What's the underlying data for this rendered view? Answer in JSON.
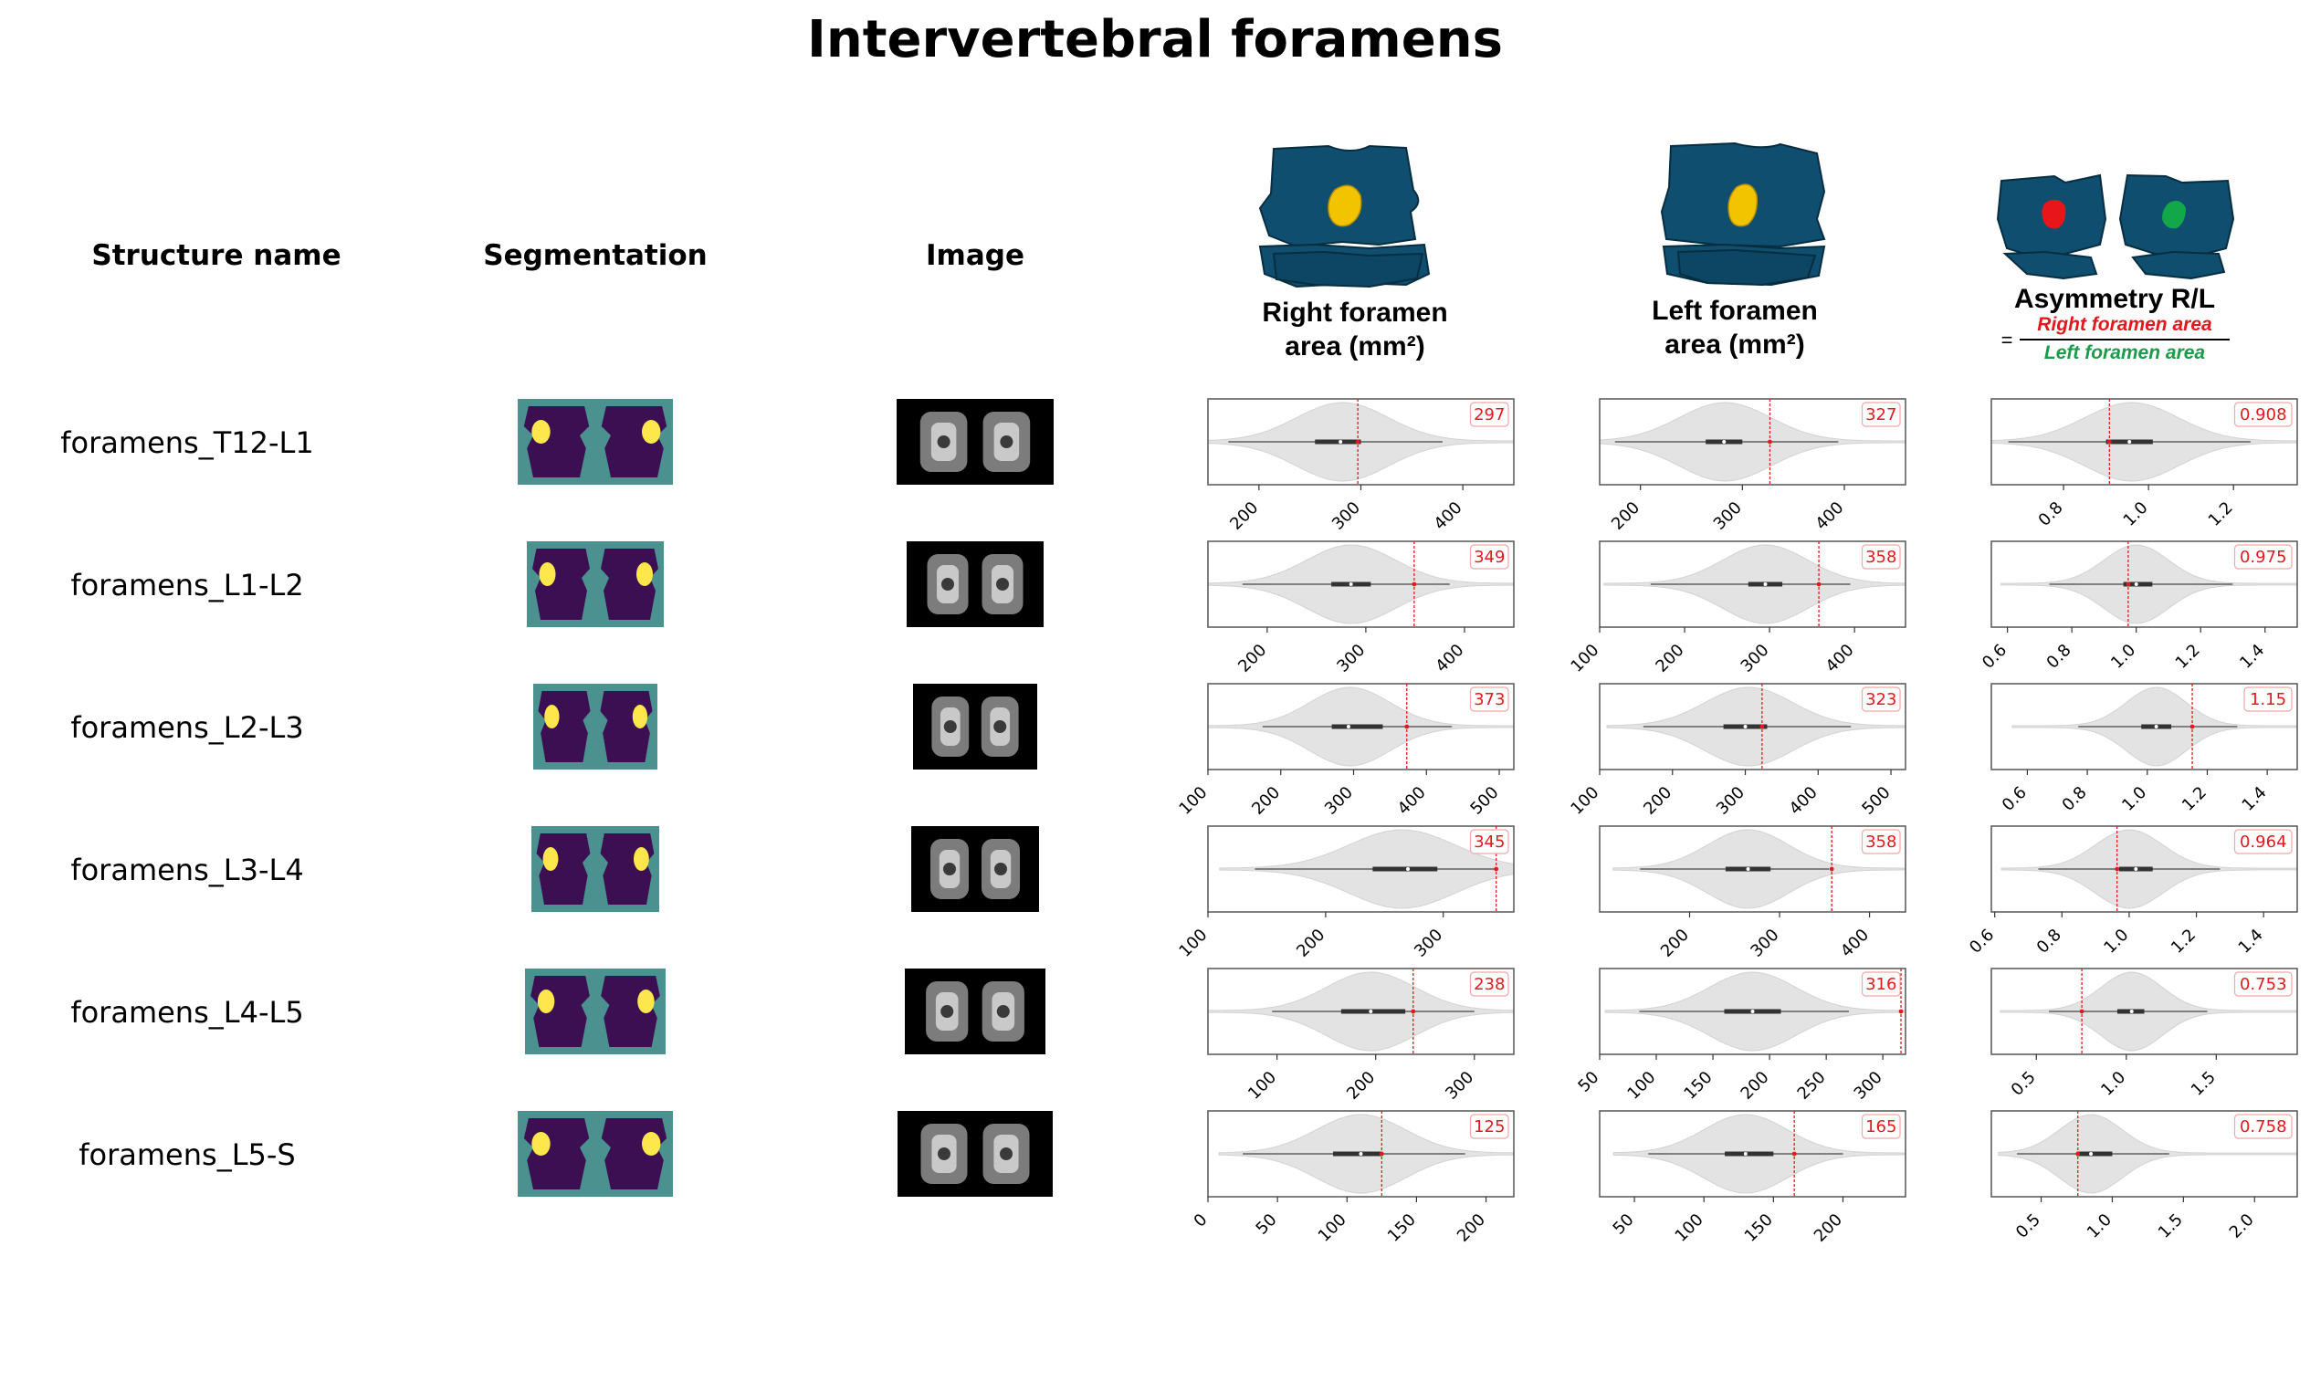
{
  "title": "Intervertebral foramens",
  "headers": {
    "structure": "Structure name",
    "segmentation": "Segmentation",
    "image": "Image",
    "right_line1": "Right foramen",
    "right_line2": "area (mm²)",
    "left_line1": "Left foramen",
    "left_line2": "area (mm²)",
    "asym_line1": "Asymmetry R/L",
    "asym_eq": "=",
    "asym_num": "Right foramen area",
    "asym_den": "Left foramen area"
  },
  "colors": {
    "violin": "#e3e3e3",
    "marker": "#e41a1c",
    "vertebra": "#0f4e6e",
    "highlight_yellow": "#f2c400",
    "highlight_red": "#e8151b",
    "highlight_green": "#12a84a",
    "seg_bg": "#4a9190",
    "seg_dark": "#3b0f52",
    "seg_yellow": "#fde74c",
    "fraction_red": "#e0191f",
    "fraction_green": "#1a9c4a"
  },
  "rows": [
    {
      "name": "foramens_T12-L1"
    },
    {
      "name": "foramens_L1-L2"
    },
    {
      "name": "foramens_L2-L3"
    },
    {
      "name": "foramens_L3-L4"
    },
    {
      "name": "foramens_L4-L5"
    },
    {
      "name": "foramens_L5-S"
    }
  ],
  "chart_data": [
    {
      "type": "violin",
      "row": "foramens_T12-L1",
      "metric": "Right foramen area (mm²)",
      "value": 297,
      "value_label": "297",
      "xlim": [
        150,
        450
      ],
      "ticks": [
        200,
        300,
        400
      ],
      "tick_labels": [
        "200",
        "300",
        "400"
      ],
      "dist": {
        "min": 170,
        "q1": 255,
        "median": 280,
        "q3": 300,
        "max": 380,
        "mode": 282,
        "spread": 45,
        "tail_min": 150,
        "tail_max": 450
      }
    },
    {
      "type": "violin",
      "row": "foramens_T12-L1",
      "metric": "Left foramen area (mm²)",
      "value": 327,
      "value_label": "327",
      "xlim": [
        160,
        460
      ],
      "ticks": [
        200,
        300,
        400
      ],
      "tick_labels": [
        "200",
        "300",
        "400"
      ],
      "dist": {
        "min": 175,
        "q1": 264,
        "median": 282,
        "q3": 300,
        "max": 394,
        "mode": 283,
        "spread": 45,
        "tail_min": 160,
        "tail_max": 460
      }
    },
    {
      "type": "violin",
      "row": "foramens_T12-L1",
      "metric": "Asymmetry R/L",
      "value": 0.908,
      "value_label": "0.908",
      "xlim": [
        0.63,
        1.35
      ],
      "ticks": [
        0.8,
        1.0,
        1.2
      ],
      "tick_labels": [
        "0.8",
        "1.0",
        "1.2"
      ],
      "dist": {
        "min": 0.67,
        "q1": 0.9,
        "median": 0.955,
        "q3": 1.01,
        "max": 1.24,
        "mode": 0.96,
        "spread": 0.11,
        "tail_min": 0.63,
        "tail_max": 1.35
      }
    },
    {
      "type": "violin",
      "row": "foramens_L1-L2",
      "metric": "Right foramen area (mm²)",
      "value": 349,
      "value_label": "349",
      "xlim": [
        140,
        450
      ],
      "ticks": [
        200,
        300,
        400
      ],
      "tick_labels": [
        "200",
        "300",
        "400"
      ],
      "dist": {
        "min": 175,
        "q1": 265,
        "median": 285,
        "q3": 305,
        "max": 385,
        "mode": 285,
        "spread": 45,
        "tail_min": 140,
        "tail_max": 450
      }
    },
    {
      "type": "violin",
      "row": "foramens_L1-L2",
      "metric": "Left foramen area (mm²)",
      "value": 358,
      "value_label": "358",
      "xlim": [
        100,
        460
      ],
      "ticks": [
        100,
        200,
        300,
        400
      ],
      "tick_labels": [
        "100",
        "200",
        "300",
        "400"
      ],
      "dist": {
        "min": 160,
        "q1": 275,
        "median": 295,
        "q3": 315,
        "max": 395,
        "mode": 295,
        "spread": 50,
        "tail_min": 105,
        "tail_max": 460
      }
    },
    {
      "type": "violin",
      "row": "foramens_L1-L2",
      "metric": "Asymmetry R/L",
      "value": 0.975,
      "value_label": "0.975",
      "xlim": [
        0.55,
        1.5
      ],
      "ticks": [
        0.6,
        0.8,
        1.0,
        1.2,
        1.4
      ],
      "tick_labels": [
        "0.6",
        "0.8",
        "1.0",
        "1.2",
        "1.4"
      ],
      "dist": {
        "min": 0.73,
        "q1": 0.96,
        "median": 1.0,
        "q3": 1.05,
        "max": 1.3,
        "mode": 1.0,
        "spread": 0.1,
        "tail_min": 0.58,
        "tail_max": 1.5
      }
    },
    {
      "type": "violin",
      "row": "foramens_L2-L3",
      "metric": "Right foramen area (mm²)",
      "value": 373,
      "value_label": "373",
      "xlim": [
        100,
        520
      ],
      "ticks": [
        100,
        200,
        300,
        400,
        500
      ],
      "tick_labels": [
        "100",
        "200",
        "300",
        "400",
        "500"
      ],
      "dist": {
        "min": 175,
        "q1": 270,
        "median": 293,
        "q3": 340,
        "max": 435,
        "mode": 295,
        "spread": 55,
        "tail_min": 100,
        "tail_max": 520
      }
    },
    {
      "type": "violin",
      "row": "foramens_L2-L3",
      "metric": "Left foramen area (mm²)",
      "value": 323,
      "value_label": "323",
      "xlim": [
        100,
        520
      ],
      "ticks": [
        100,
        200,
        300,
        400,
        500
      ],
      "tick_labels": [
        "100",
        "200",
        "300",
        "400",
        "500"
      ],
      "dist": {
        "min": 160,
        "q1": 270,
        "median": 300,
        "q3": 330,
        "max": 445,
        "mode": 305,
        "spread": 60,
        "tail_min": 110,
        "tail_max": 520
      }
    },
    {
      "type": "violin",
      "row": "foramens_L2-L3",
      "metric": "Asymmetry R/L",
      "value": 1.15,
      "value_label": "1.15",
      "xlim": [
        0.48,
        1.5
      ],
      "ticks": [
        0.6,
        0.8,
        1.0,
        1.2,
        1.4
      ],
      "tick_labels": [
        "0.6",
        "0.8",
        "1.0",
        "1.2",
        "1.4"
      ],
      "dist": {
        "min": 0.77,
        "q1": 0.98,
        "median": 1.03,
        "q3": 1.08,
        "max": 1.3,
        "mode": 1.03,
        "spread": 0.1,
        "tail_min": 0.55,
        "tail_max": 1.5
      }
    },
    {
      "type": "violin",
      "row": "foramens_L3-L4",
      "metric": "Right foramen area (mm²)",
      "value": 345,
      "value_label": "345",
      "xlim": [
        100,
        360
      ],
      "ticks": [
        100,
        200,
        300
      ],
      "tick_labels": [
        "100",
        "200",
        "300"
      ],
      "dist": {
        "min": 140,
        "q1": 240,
        "median": 270,
        "q3": 295,
        "max": 345,
        "mode": 265,
        "spread": 45,
        "tail_min": 110,
        "tail_max": 360
      }
    },
    {
      "type": "violin",
      "row": "foramens_L3-L4",
      "metric": "Left foramen area (mm²)",
      "value": 358,
      "value_label": "358",
      "xlim": [
        100,
        440
      ],
      "ticks": [
        200,
        300,
        400
      ],
      "tick_labels": [
        "200",
        "300",
        "400"
      ],
      "dist": {
        "min": 145,
        "q1": 240,
        "median": 265,
        "q3": 290,
        "max": 355,
        "mode": 265,
        "spread": 45,
        "tail_min": 115,
        "tail_max": 440
      }
    },
    {
      "type": "violin",
      "row": "foramens_L3-L4",
      "metric": "Asymmetry R/L",
      "value": 0.964,
      "value_label": "0.964",
      "xlim": [
        0.59,
        1.5
      ],
      "ticks": [
        0.6,
        0.8,
        1.0,
        1.2,
        1.4
      ],
      "tick_labels": [
        "0.6",
        "0.8",
        "1.0",
        "1.2",
        "1.4"
      ],
      "dist": {
        "min": 0.73,
        "q1": 0.97,
        "median": 1.02,
        "q3": 1.07,
        "max": 1.27,
        "mode": 1.0,
        "spread": 0.1,
        "tail_min": 0.62,
        "tail_max": 1.5
      }
    },
    {
      "type": "violin",
      "row": "foramens_L4-L5",
      "metric": "Right foramen area (mm²)",
      "value": 238,
      "value_label": "238",
      "xlim": [
        30,
        340
      ],
      "ticks": [
        100,
        200,
        300
      ],
      "tick_labels": [
        "100",
        "200",
        "300"
      ],
      "dist": {
        "min": 95,
        "q1": 165,
        "median": 195,
        "q3": 230,
        "max": 300,
        "mode": 195,
        "spread": 45,
        "tail_min": 30,
        "tail_max": 340
      }
    },
    {
      "type": "violin",
      "row": "foramens_L4-L5",
      "metric": "Left foramen area (mm²)",
      "value": 316,
      "value_label": "316",
      "xlim": [
        50,
        320
      ],
      "ticks": [
        50,
        100,
        150,
        200,
        250,
        300
      ],
      "tick_labels": [
        "50",
        "100",
        "150",
        "200",
        "250",
        "300"
      ],
      "dist": {
        "min": 85,
        "q1": 160,
        "median": 185,
        "q3": 210,
        "max": 270,
        "mode": 185,
        "spread": 38,
        "tail_min": 55,
        "tail_max": 320
      }
    },
    {
      "type": "violin",
      "row": "foramens_L4-L5",
      "metric": "Asymmetry R/L",
      "value": 0.753,
      "value_label": "0.753",
      "xlim": [
        0.25,
        1.95
      ],
      "ticks": [
        0.5,
        1.0,
        1.5
      ],
      "tick_labels": [
        "0.5",
        "1.0",
        "1.5"
      ],
      "dist": {
        "min": 0.57,
        "q1": 0.95,
        "median": 1.03,
        "q3": 1.1,
        "max": 1.45,
        "mode": 1.03,
        "spread": 0.17,
        "tail_min": 0.3,
        "tail_max": 1.95
      }
    },
    {
      "type": "violin",
      "row": "foramens_L5-S",
      "metric": "Right foramen area (mm²)",
      "value": 125,
      "value_label": "125",
      "xlim": [
        0,
        220
      ],
      "ticks": [
        0,
        50,
        100,
        150,
        200
      ],
      "tick_labels": [
        "0",
        "50",
        "100",
        "150",
        "200"
      ],
      "dist": {
        "min": 25,
        "q1": 90,
        "median": 110,
        "q3": 125,
        "max": 185,
        "mode": 110,
        "spread": 32,
        "tail_min": 8,
        "tail_max": 220
      }
    },
    {
      "type": "violin",
      "row": "foramens_L5-S",
      "metric": "Left foramen area (mm²)",
      "value": 165,
      "value_label": "165",
      "xlim": [
        25,
        245
      ],
      "ticks": [
        50,
        100,
        150,
        200
      ],
      "tick_labels": [
        "50",
        "100",
        "150",
        "200"
      ],
      "dist": {
        "min": 60,
        "q1": 115,
        "median": 130,
        "q3": 150,
        "max": 200,
        "mode": 130,
        "spread": 30,
        "tail_min": 35,
        "tail_max": 245
      }
    },
    {
      "type": "violin",
      "row": "foramens_L5-S",
      "metric": "Asymmetry R/L",
      "value": 0.758,
      "value_label": "0.758",
      "xlim": [
        0.15,
        2.3
      ],
      "ticks": [
        0.5,
        1.0,
        1.5,
        2.0
      ],
      "tick_labels": [
        "0.5",
        "1.0",
        "1.5",
        "2.0"
      ],
      "dist": {
        "min": 0.33,
        "q1": 0.75,
        "median": 0.85,
        "q3": 1.0,
        "max": 1.4,
        "mode": 0.85,
        "spread": 0.22,
        "tail_min": 0.2,
        "tail_max": 2.3
      }
    }
  ]
}
